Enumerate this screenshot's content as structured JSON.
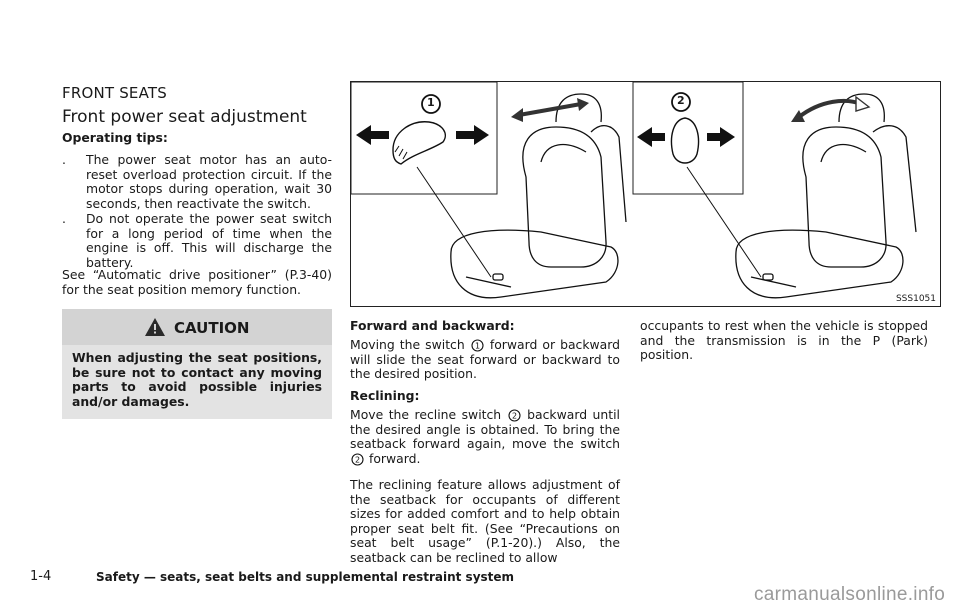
{
  "section": {
    "heading": "FRONT SEATS",
    "subheading": "Front power seat adjustment"
  },
  "tips": {
    "title": "Operating tips:",
    "bullets": [
      "The power seat motor has an auto-reset overload protection circuit. If the motor stops during operation, wait 30 seconds, then reactivate the switch.",
      "Do not operate the power seat switch for a long period of time when the engine is off. This will discharge the battery."
    ],
    "see_also": "See “Automatic drive positioner” (P.3-40) for the seat position memory function."
  },
  "caution": {
    "label": "CAUTION",
    "text": "When adjusting the seat positions, be sure not to contact any moving parts to avoid possible injuries and/or damages."
  },
  "figure": {
    "callout_1": "1",
    "callout_2": "2",
    "code": "SSS1051"
  },
  "forward": {
    "title": "Forward and backward:",
    "text_pre": "Moving the switch",
    "text_post": "forward or backward will slide the seat forward or backward to the desired position."
  },
  "reclining": {
    "title": "Reclining:",
    "p1_pre": "Move the recline switch",
    "p1_mid": "backward until the desired angle is obtained. To bring the seatback forward again, move the switch",
    "p1_post": "forward.",
    "p2": "The reclining feature allows adjustment of the seatback for occupants of different sizes for added comfort and to help obtain proper seat belt fit. (See “Precautions on seat belt usage” (P.1-20).) Also, the seatback can be reclined to allow",
    "continued": "occupants to rest when the vehicle is stopped and the transmission is in the P (Park) position."
  },
  "footer": {
    "page": "1-4",
    "title": "Safety — seats, seat belts and supplemental restraint system"
  },
  "watermark": "carmanualsonline.info"
}
